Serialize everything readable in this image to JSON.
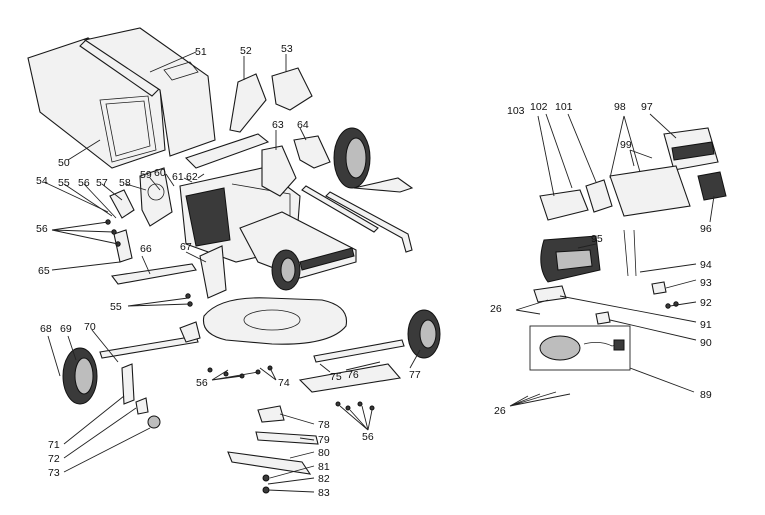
{
  "labels": {
    "l50": "50",
    "l51": "51",
    "l52": "52",
    "l53": "53",
    "l54": "54",
    "l55a": "55",
    "l56a": "56",
    "l57": "57",
    "l58": "58",
    "l59": "59",
    "l60": "60",
    "l61": "61",
    "l62": "62",
    "l63": "63",
    "l64": "64",
    "l56b": "56",
    "l65": "65",
    "l66": "66",
    "l67": "67",
    "l55b": "55",
    "l68": "68",
    "l69": "69",
    "l70": "70",
    "l56c": "56",
    "l74": "74",
    "l75": "75",
    "l76": "76",
    "l77": "77",
    "l71": "71",
    "l72": "72",
    "l73": "73",
    "l78": "78",
    "l79": "79",
    "l80": "80",
    "l81": "81",
    "l82": "82",
    "l83": "83",
    "l56d": "56",
    "l103": "103",
    "l102": "102",
    "l101": "101",
    "l98": "98",
    "l97": "97",
    "l99": "99",
    "l95": "95",
    "l96": "96",
    "l94": "94",
    "l93": "93",
    "l92": "92",
    "l26a": "26",
    "l91": "91",
    "l90": "90",
    "l89": "89",
    "l26b": "26"
  }
}
